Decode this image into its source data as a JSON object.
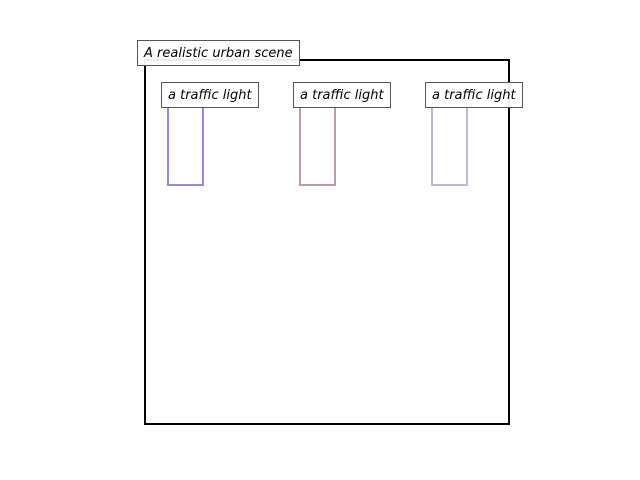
{
  "scene": {
    "label": "A realistic urban scene"
  },
  "objects": [
    {
      "label": "a traffic light",
      "color": "#9b86e0"
    },
    {
      "label": "a traffic light",
      "color": "#c09aa4"
    },
    {
      "label": "a traffic light",
      "color": "#b7bbd6"
    }
  ]
}
